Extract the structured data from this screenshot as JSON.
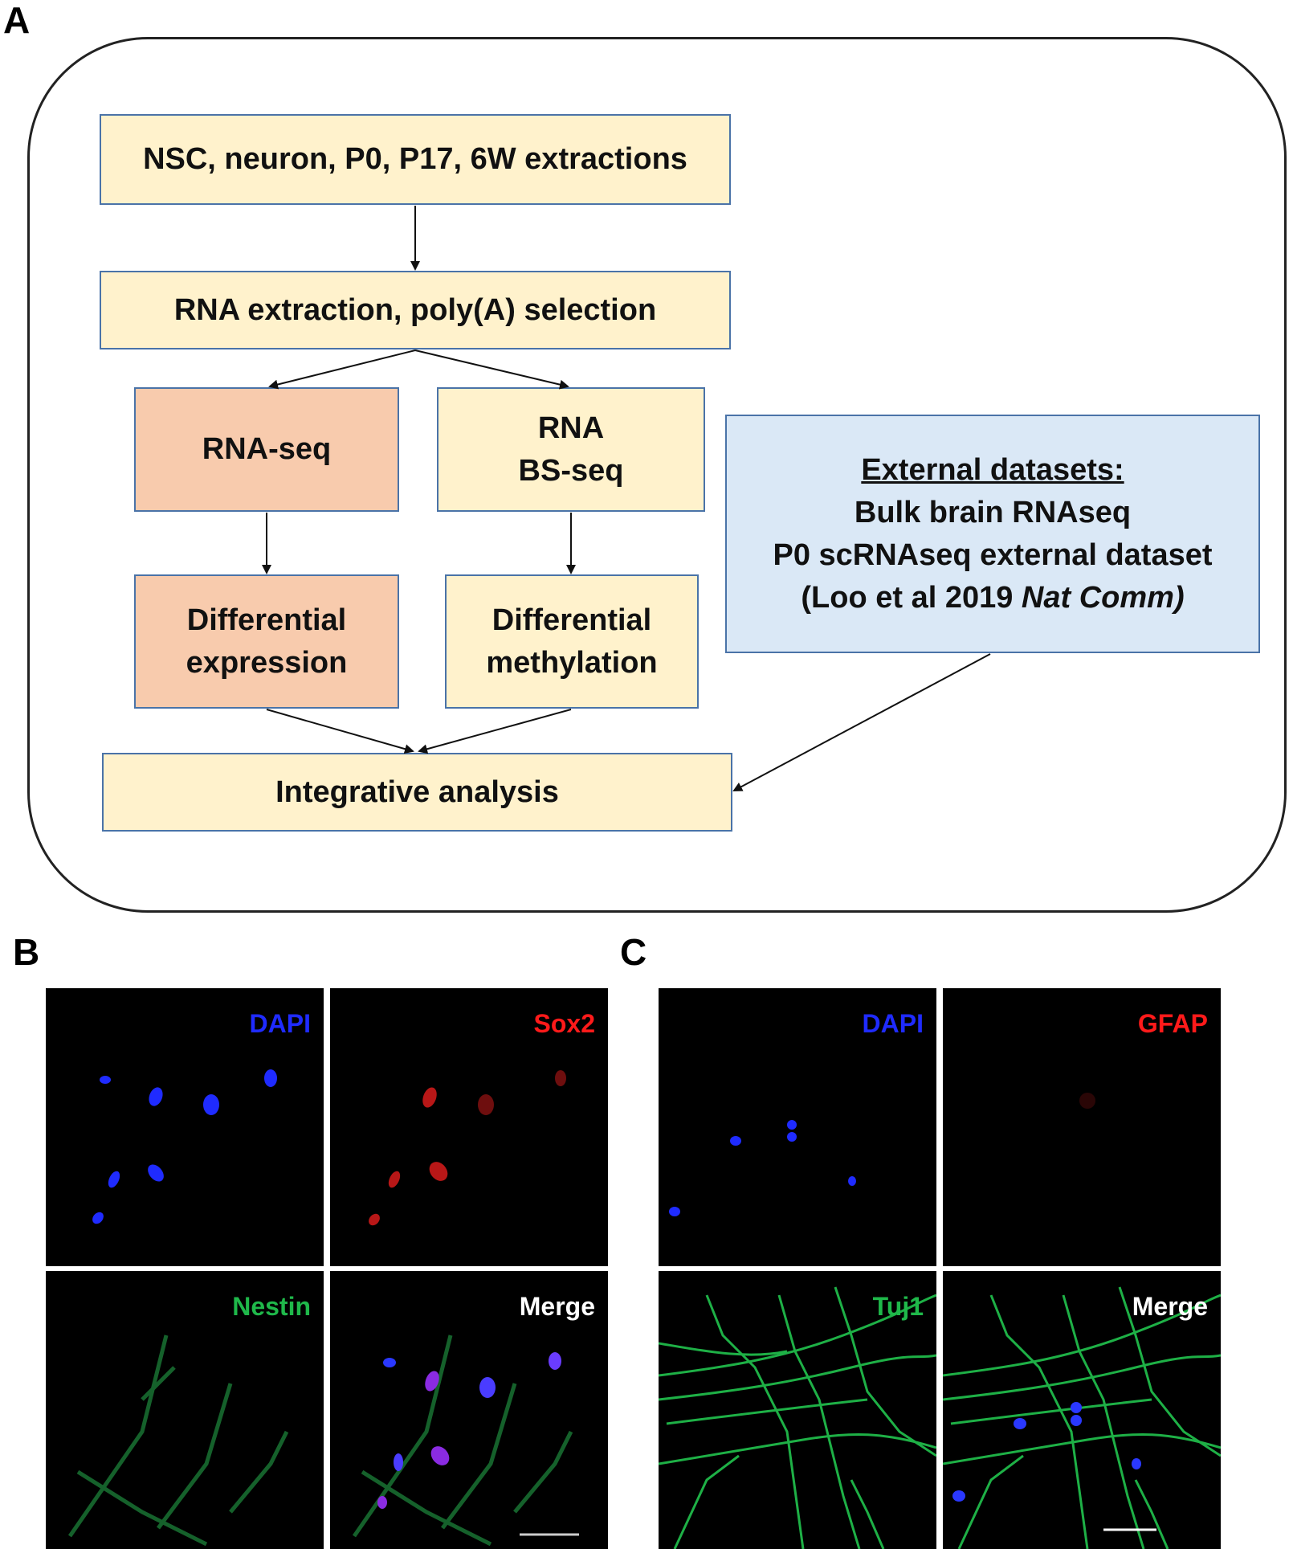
{
  "panels": {
    "a": "A",
    "b": "B",
    "c": "C"
  },
  "flow": {
    "extractions": "NSC, neuron, P0, P17, 6W extractions",
    "rna_extraction": "RNA extraction, poly(A) selection",
    "rna_seq": "RNA-seq",
    "rna_bs_seq_line1": "RNA",
    "rna_bs_seq_line2": "BS-seq",
    "diff_expression_line1": "Differential",
    "diff_expression_line2": "expression",
    "diff_methylation_line1": "Differential",
    "diff_methylation_line2": "methylation",
    "integrative": "Integrative analysis",
    "external": {
      "heading": "External datasets:",
      "line1": "Bulk brain RNAseq",
      "line2": "P0 scRNAseq external dataset",
      "line3_prefix": "(Loo et al 2019 ",
      "line3_italic": "Nat Comm)"
    }
  },
  "micrographs_b": [
    {
      "label": "DAPI",
      "color": "#1f2bff"
    },
    {
      "label": "Sox2",
      "color": "#ff1a1a"
    },
    {
      "label": "Nestin",
      "color": "#1fb84a"
    },
    {
      "label": "Merge",
      "color": "#ffffff"
    }
  ],
  "micrographs_c": [
    {
      "label": "DAPI",
      "color": "#1f2bff"
    },
    {
      "label": "GFAP",
      "color": "#ff1a1a"
    },
    {
      "label": "Tuj1",
      "color": "#1fb84a"
    },
    {
      "label": "Merge",
      "color": "#ffffff"
    }
  ]
}
